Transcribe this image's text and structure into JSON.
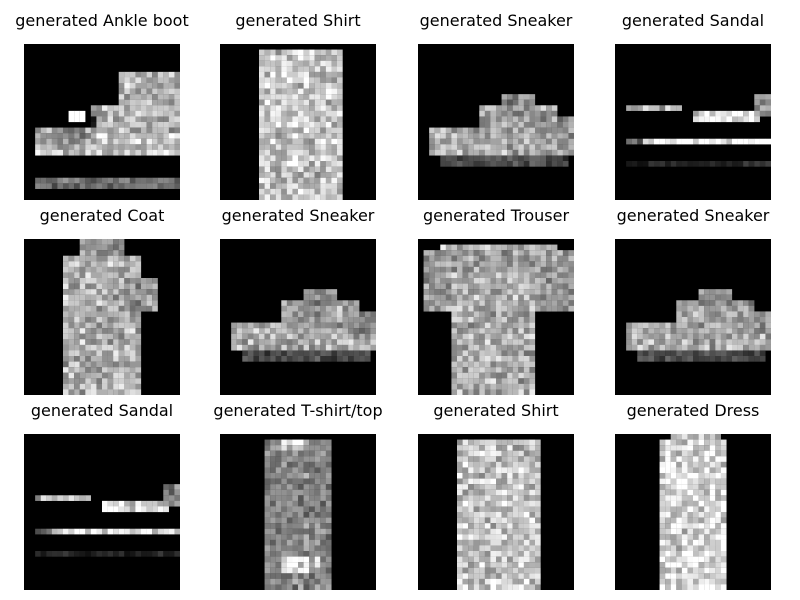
{
  "panels": [
    {
      "title": "generated Ankle boot",
      "item": "ankle-boot"
    },
    {
      "title": "generated Shirt",
      "item": "shirt"
    },
    {
      "title": "generated Sneaker",
      "item": "sneaker"
    },
    {
      "title": "generated Sandal",
      "item": "sandal"
    },
    {
      "title": "generated Coat",
      "item": "coat"
    },
    {
      "title": "generated Sneaker",
      "item": "sneaker"
    },
    {
      "title": "generated Trouser",
      "item": "trouser"
    },
    {
      "title": "generated Sneaker",
      "item": "sneaker"
    },
    {
      "title": "generated Sandal",
      "item": "sandal"
    },
    {
      "title": "generated T-shirt/top",
      "item": "tshirt"
    },
    {
      "title": "generated Shirt",
      "item": "shirt"
    },
    {
      "title": "generated Dress",
      "item": "dress"
    }
  ]
}
